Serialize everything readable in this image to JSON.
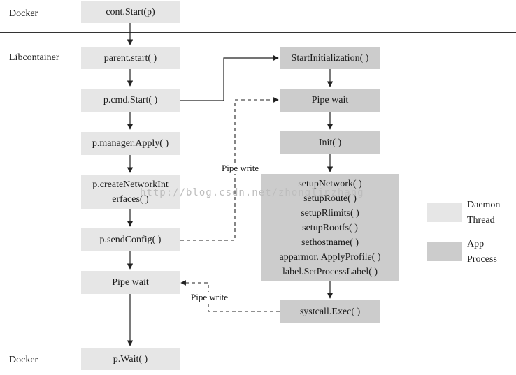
{
  "lanes": {
    "docker_top": "Docker",
    "libcontainer": "Libcontainer",
    "docker_bottom": "Docker"
  },
  "daemon": {
    "cont_start": "cont.Start(p)",
    "parent_start": "parent.start( )",
    "cmd_start": "p.cmd.Start( )",
    "manager_apply": "p.manager.Apply( )",
    "create_network_line1": "p.createNetworkInt",
    "create_network_line2": "erfaces( )",
    "send_config": "p.sendConfig( )",
    "pipe_wait": "Pipe wait",
    "wait": "p.Wait( )"
  },
  "app": {
    "start_initialization": "StartInitialization( )",
    "pipe_wait": "Pipe wait",
    "init": "Init( )",
    "setup_steps": [
      "setupNetwork( )",
      "setupRoute( )",
      "setupRlimits( )",
      "setupRootfs( )",
      "sethostname( )",
      "apparmor. ApplyProfile( )",
      "label.SetProcessLabel( )"
    ],
    "syscall_exec": "systcall.Exec( )"
  },
  "edges": {
    "pipe_write_1": "Pipe write",
    "pipe_write_2": "Pipe write"
  },
  "legend": {
    "daemon_line1": "Daemon",
    "daemon_line2": "Thread",
    "app_line1": "App",
    "app_line2": "Process"
  },
  "colors": {
    "daemon_thread": "#e6e6e6",
    "app_process": "#cccccc"
  },
  "watermark": "http://blog.csdn.net/zhonglinzhang"
}
